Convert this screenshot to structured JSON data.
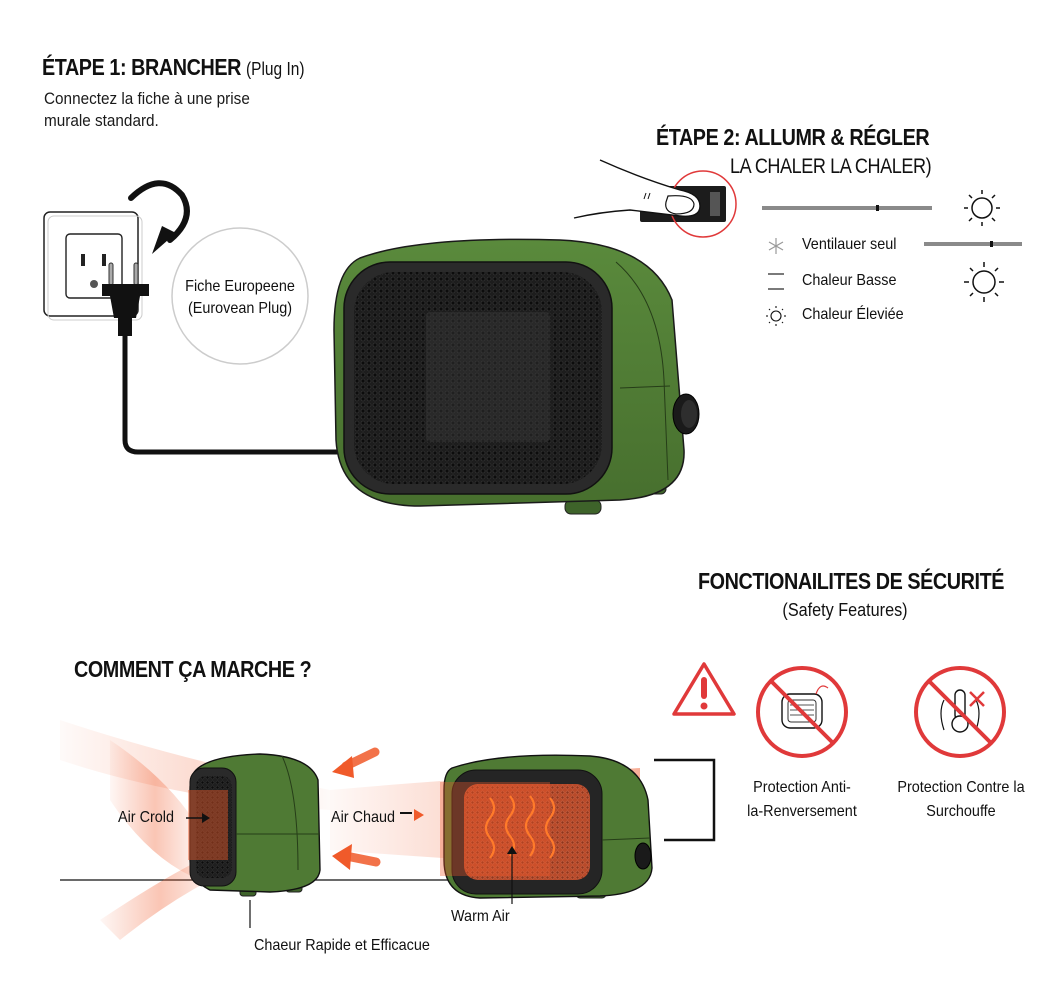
{
  "step1": {
    "title": "ÉTAPE 1: BRANCHER",
    "title_sub": "(Plug In)",
    "description_line1": "Connectez la fiche à une prise",
    "description_line2": "murale standard.",
    "plug_callout_line1": "Fiche Europeene",
    "plug_callout_line2": "(Eurovean Plug)"
  },
  "step2": {
    "title_line1": "ÉTAPE 2: ALLUMR & RÉGLER",
    "title_line2": "LA CHALER LA CHALER)",
    "modes": [
      {
        "icon": "snowflake-icon",
        "label": "Ventilauer seul"
      },
      {
        "icon": "low-heat-icon",
        "label": "Chaleur Basse"
      },
      {
        "icon": "sun-icon",
        "label": "Chaleur Éleviée"
      }
    ]
  },
  "how_it_works": {
    "title": "COMMENT ÇA MARCHE ?",
    "label_cold_air": "Air Crold",
    "label_hot_air": "Air Chaud",
    "label_warm_air": "Warm Air",
    "caption": "Chaeur Rapide et Efficacue"
  },
  "safety": {
    "title": "FONCTIONAILITES DE SÉCURITÉ",
    "subtitle": "(Safety Features)",
    "features": [
      {
        "icon": "tip-over-prohibited-icon",
        "label_line1": "Protection Anti-",
        "label_line2": "la-Renversement"
      },
      {
        "icon": "overheat-prohibited-icon",
        "label_line1": "Protection Contre la",
        "label_line2": "Surchouffe"
      }
    ]
  },
  "colors": {
    "heater_green": "#4f7a34",
    "heater_green_dark": "#3b5e25",
    "grille": "#1e1e1e",
    "warning_red": "#e0393a",
    "heat_orange": "#f05a2a",
    "slider_gray": "#8a8a8a"
  }
}
